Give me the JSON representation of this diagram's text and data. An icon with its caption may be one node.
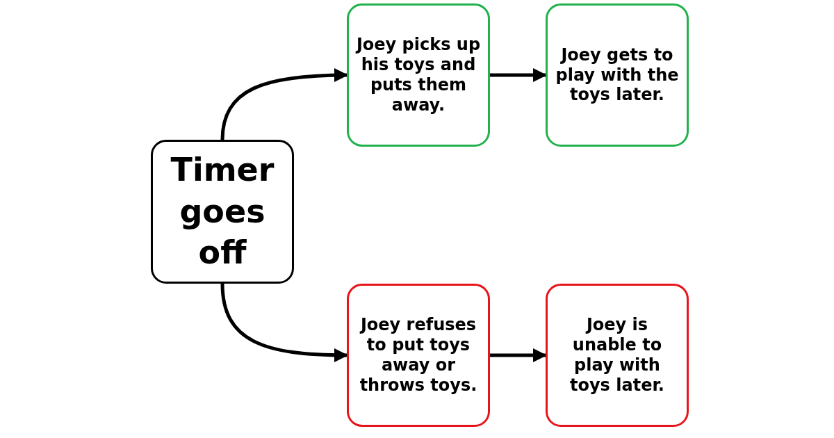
{
  "diagram": {
    "nodes": [
      {
        "text": [
          "Timer goes off"
        ]
      },
      {
        "text": [
          "Joey picks up his toys and puts them away."
        ]
      },
      {
        "text": [
          "Joey gets to play with the toys later."
        ]
      },
      {
        "text": [
          "Joey refuses to put toys away or throws toys."
        ]
      },
      {
        "text": [
          "Joey is unable to play with toys later."
        ]
      }
    ],
    "edges": [
      {
        "from": 0,
        "to": 1,
        "arrow": "to"
      },
      {
        "from": 1,
        "to": 2,
        "arrow": "to"
      },
      {
        "from": 0,
        "to": 3,
        "arrow": "to"
      },
      {
        "from": 3,
        "to": 4,
        "arrow": "to"
      }
    ]
  }
}
